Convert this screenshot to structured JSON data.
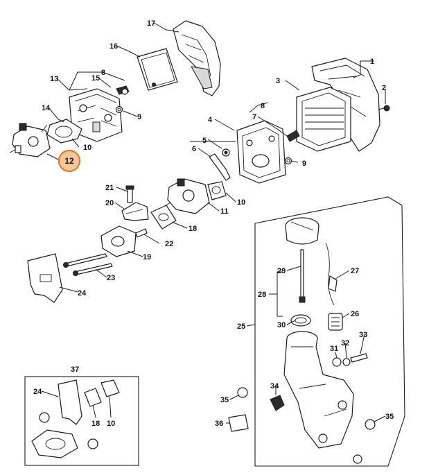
{
  "diagram": {
    "highlighted_part": "12",
    "callouts": [
      "1",
      "2",
      "3",
      "4",
      "5",
      "6",
      "7",
      "8",
      "9",
      "10",
      "11",
      "12",
      "13",
      "14",
      "15",
      "16",
      "17",
      "18",
      "19",
      "20",
      "21",
      "22",
      "23",
      "24",
      "25",
      "26",
      "27",
      "28",
      "29",
      "30",
      "31",
      "32",
      "33",
      "34",
      "35",
      "36",
      "37"
    ],
    "colors": {
      "highlight_fill": "#f6c79b",
      "highlight_stroke": "#e0782a",
      "line": "#1a1a1a"
    }
  }
}
